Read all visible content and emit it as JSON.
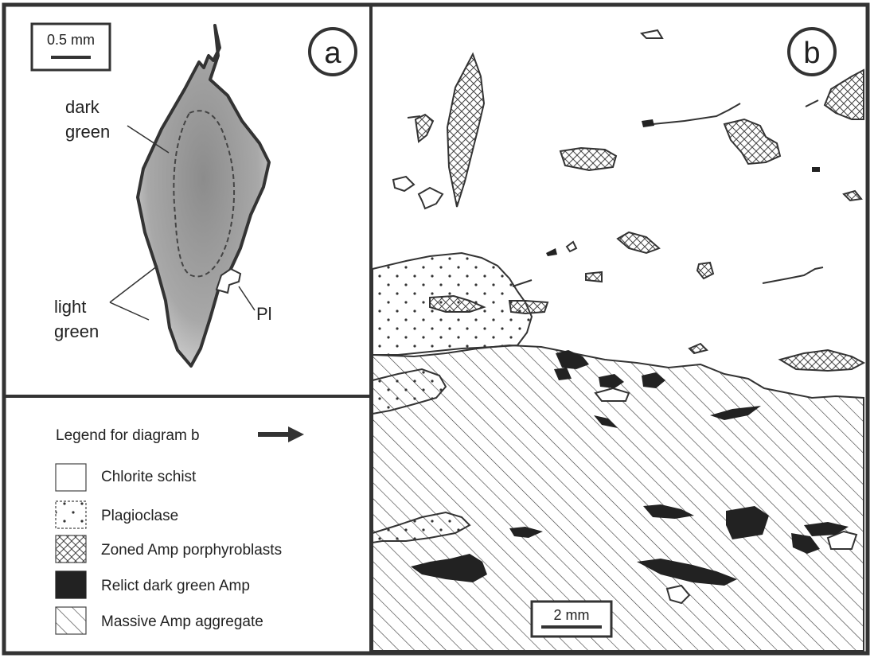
{
  "panel_a": {
    "letter": "a",
    "scale_bar": "0.5 mm",
    "labels": {
      "dark_green_1": "dark",
      "dark_green_2": "green",
      "light_green_1": "light",
      "light_green_2": "green",
      "pl": "Pl"
    }
  },
  "panel_b": {
    "letter": "b",
    "scale_bar": "2 mm"
  },
  "legend": {
    "title": "Legend for diagram b",
    "items": [
      "Chlorite schist",
      "Plagioclase",
      "Zoned Amp porphyroblasts",
      "Relict dark green Amp",
      "Massive Amp aggregate"
    ]
  }
}
